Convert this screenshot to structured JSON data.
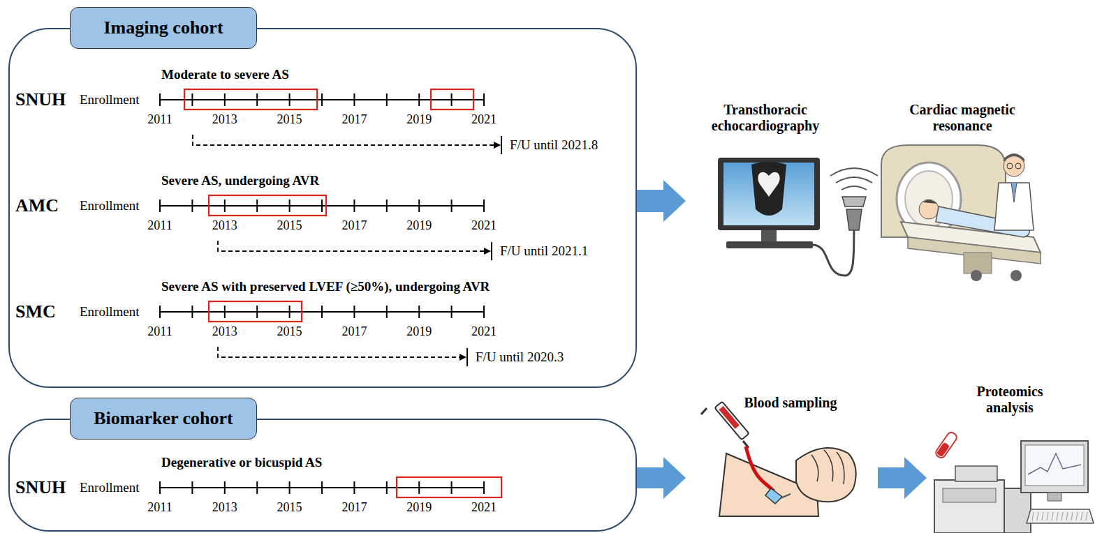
{
  "diagram": {
    "nodes": [
      {
        "text": [
          "Imaging cohort"
        ]
      },
      {
        "text": [
          "Biomarker cohort"
        ]
      }
    ],
    "labels": [
      "Moderate to severe AS",
      "SNUH",
      "Enrollment",
      "2011",
      "2013",
      "2015",
      "2017",
      "2019",
      "2021",
      "F/U until 2021.8",
      "Severe AS, undergoing AVR",
      "AMC",
      "Enrollment",
      "2011",
      "2013",
      "2015",
      "2017",
      "2019",
      "2021",
      "F/U until 2021.1",
      "Severe AS with preserved LVEF (≥50%), undergoing AVR",
      "SMC",
      "Enrollment",
      "2011",
      "2013",
      "2015",
      "2017",
      "2019",
      "2021",
      "F/U until 2020.3",
      "Transthoracic echocardiography",
      "Cardiac magnetic resonance",
      "Degenerative or bicuspid AS",
      "SNUH",
      "Enrollment",
      "2011",
      "2013",
      "2015",
      "2017",
      "2019",
      "2021",
      "Blood sampling",
      "Proteomics analysis"
    ]
  }
}
